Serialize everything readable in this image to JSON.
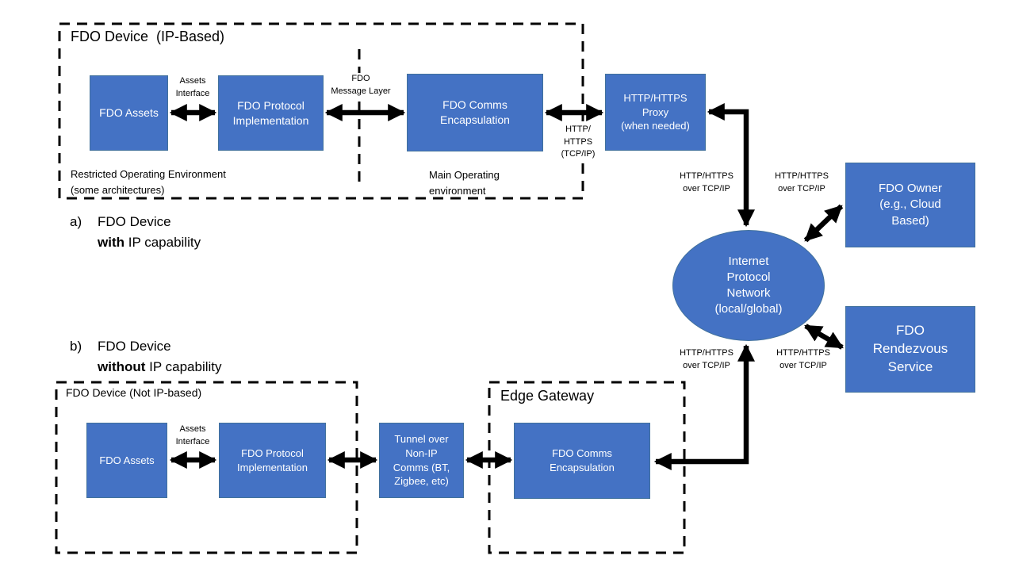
{
  "colors": {
    "box_fill": "#4472C4",
    "box_border": "#41719C",
    "arrow": "#000000",
    "dashed_border": "#000000"
  },
  "containers": {
    "device_ip_title": "FDO Device  (IP-Based)",
    "device_nonip_title": "FDO Device (Not IP-based)",
    "edge_gateway_title": "Edge Gateway"
  },
  "boxes": {
    "fdo_assets_a": "FDO Assets",
    "fdo_protocol_a": "FDO Protocol\nImplementation",
    "fdo_comms_a": "FDO Comms\nEncapsulation",
    "proxy": "HTTP/HTTPS\nProxy\n(when needed)",
    "network_ellipse": "Internet\nProtocol\nNetwork\n(local/global)",
    "fdo_owner": "FDO Owner\n(e.g., Cloud\nBased)",
    "fdo_rendezvous": "FDO\nRendezvous\nService",
    "fdo_assets_b": "FDO Assets",
    "fdo_protocol_b": "FDO Protocol\nImplementation",
    "tunnel": "Tunnel over\nNon-IP\nComms  (BT,\nZigbee, etc)",
    "fdo_comms_b": "FDO Comms\nEncapsulation"
  },
  "labels": {
    "assets_interface_a": "Assets\nInterface",
    "assets_interface_b": "Assets\nInterface",
    "fdo_message_layer": "FDO\nMessage Layer",
    "http_https_tcpip": "HTTP/\nHTTPS\n(TCP/IP)",
    "restricted_env": "Restricted Operating Environment\n(some architectures)",
    "main_env": "Main Operating\nenvironment",
    "http_over_tcpip_top_left": "HTTP/HTTPS\nover TCP/IP",
    "http_over_tcpip_top_right": "HTTP/HTTPS\nover TCP/IP",
    "http_over_tcpip_bottom_left": "HTTP/HTTPS\nover TCP/IP",
    "http_over_tcpip_bottom_right": "HTTP/HTTPS\nover TCP/IP"
  },
  "headings": {
    "a_prefix": "a)",
    "a_line1": "FDO Device",
    "a_bold": "with",
    "a_rest": " IP capability",
    "b_prefix": "b)",
    "b_line1": "FDO Device",
    "b_bold": "without",
    "b_rest": " IP capability"
  }
}
